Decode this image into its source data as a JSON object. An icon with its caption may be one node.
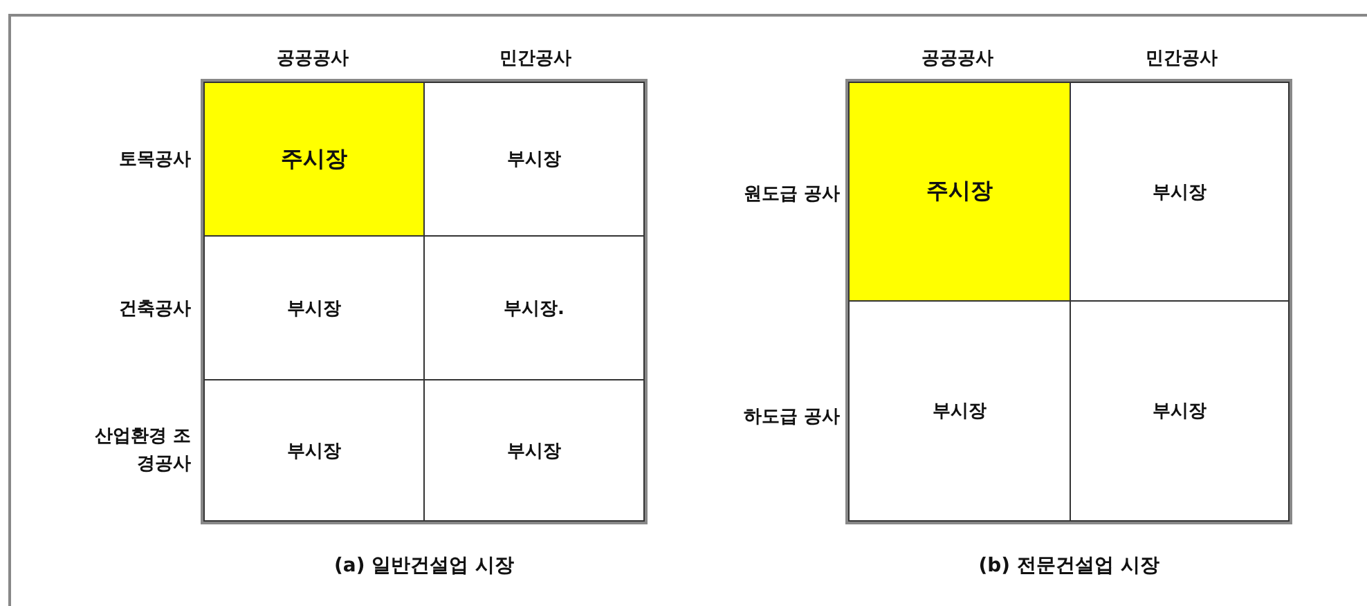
{
  "diagram": {
    "nodes": [
      {
        "text": [
          "주시장"
        ]
      },
      {
        "text": [
          "부시장"
        ]
      },
      {
        "text": [
          "부시장"
        ]
      },
      {
        "text": [
          "부시장."
        ]
      },
      {
        "text": [
          "부시장"
        ]
      },
      {
        "text": [
          "부시장"
        ]
      },
      {
        "text": [
          "주시장"
        ]
      },
      {
        "text": [
          "부시장"
        ]
      },
      {
        "text": [
          "부시장"
        ]
      },
      {
        "text": [
          "부시장"
        ]
      }
    ],
    "edges": [],
    "labels": [
      "공공공사",
      "민간공사",
      "토목공사",
      "건축공사",
      "산업환경 조경공사",
      "(a) 일반건설업 시장",
      "공공공사",
      "민간공사",
      "원도급 공사",
      "하도급 공사",
      "(b) 전문건설업 시장"
    ]
  }
}
